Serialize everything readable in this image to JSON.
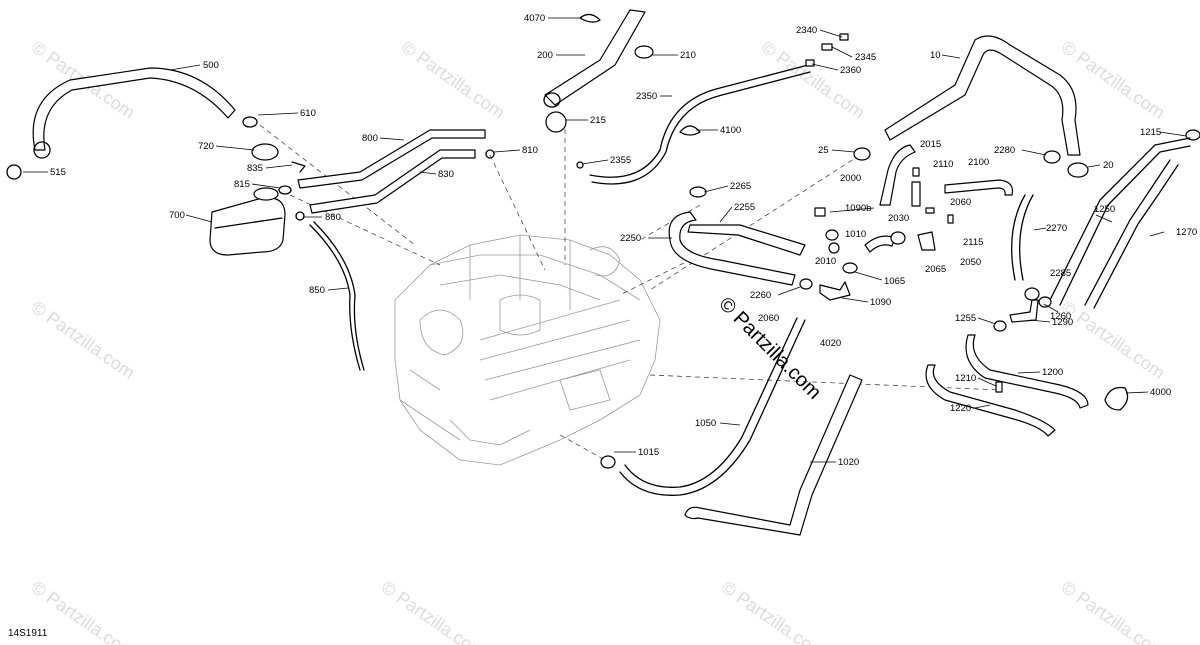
{
  "diagram_code": "14S1911",
  "watermark": {
    "faint": "© Partzilla.com",
    "main": "© Partzilla.com"
  },
  "labels": {
    "l4070": "4070",
    "l200": "200",
    "l210": "210",
    "l500": "500",
    "l610": "610",
    "l515": "515",
    "l720": "720",
    "l835": "835",
    "l815": "815",
    "l700": "700",
    "l860": "860",
    "l850": "850",
    "l800": "800",
    "l810": "810",
    "l830": "830",
    "l215": "215",
    "l2350": "2350",
    "l4100": "4100",
    "l2355": "2355",
    "l2340": "2340",
    "l2345": "2345",
    "l2360": "2360",
    "l10": "10",
    "l25": "25",
    "l2015": "2015",
    "l2280": "2280",
    "l2000": "2000",
    "l2110": "2110",
    "l2100": "2100",
    "l20": "20",
    "l1215": "1215",
    "l2265": "2265",
    "l2255": "2255",
    "l2250": "2250",
    "l1090b": "1090b",
    "l2030": "2030",
    "l2060": "2060",
    "l2270": "2270",
    "l1250": "1250",
    "l1270": "1270",
    "l1010": "1010",
    "l2115": "2115",
    "l2010": "2010",
    "l2065": "2065",
    "l2050": "2050",
    "l1065": "1065",
    "l2285": "2285",
    "l2260": "2260",
    "l1090": "1090",
    "l1260": "1260",
    "l1255": "1255",
    "l1290": "1290",
    "l2060b": "2060",
    "l4020": "4020",
    "l1200": "1200",
    "l1210": "1210",
    "l4000": "4000",
    "l1220": "1220",
    "l1050": "1050",
    "l1015": "1015",
    "l1020": "1020"
  }
}
